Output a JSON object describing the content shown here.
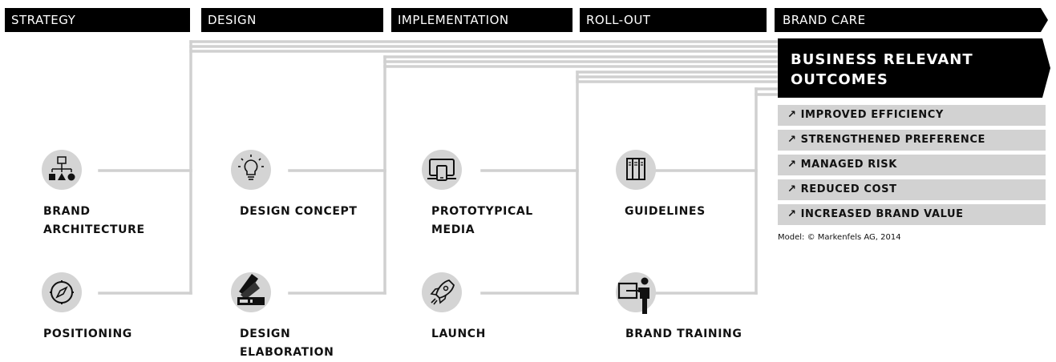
{
  "phases": [
    "STRATEGY",
    "DESIGN",
    "IMPLEMENTATION",
    "ROLL-OUT",
    "BRAND CARE"
  ],
  "nodes": {
    "brand_architecture": "BRAND\nARCHITECTURE",
    "positioning": "POSITIONING",
    "design_concept": "DESIGN CONCEPT",
    "design_elaboration": "DESIGN\nELABORATION",
    "prototypical_media": "PROTOTYPICAL\nMEDIA",
    "launch": "LAUNCH",
    "guidelines": "GUIDELINES",
    "brand_training": "BRAND TRAINING"
  },
  "icons": {
    "brand_architecture": "hierarchy-shapes-icon",
    "positioning": "compass-icon",
    "design_concept": "lightbulb-icon",
    "design_elaboration": "color-swatch-icon",
    "prototypical_media": "devices-icon",
    "launch": "rocket-icon",
    "guidelines": "binders-icon",
    "brand_training": "presentation-icon"
  },
  "outcomes": {
    "title": "BUSINESS RELEVANT\nOUTCOMES",
    "items": [
      "↗ IMPROVED EFFICIENCY",
      "↗ STRENGTHENED PREFERENCE",
      "↗ MANAGED RISK",
      "↗ REDUCED COST",
      "↗ INCREASED BRAND VALUE"
    ],
    "credit": "Model: © Markenfels AG, 2014"
  },
  "colors": {
    "header": "#000000",
    "line": "#d0d0d0",
    "circle": "#d4d4d4",
    "outcome_bg": "#d2d2d2"
  }
}
